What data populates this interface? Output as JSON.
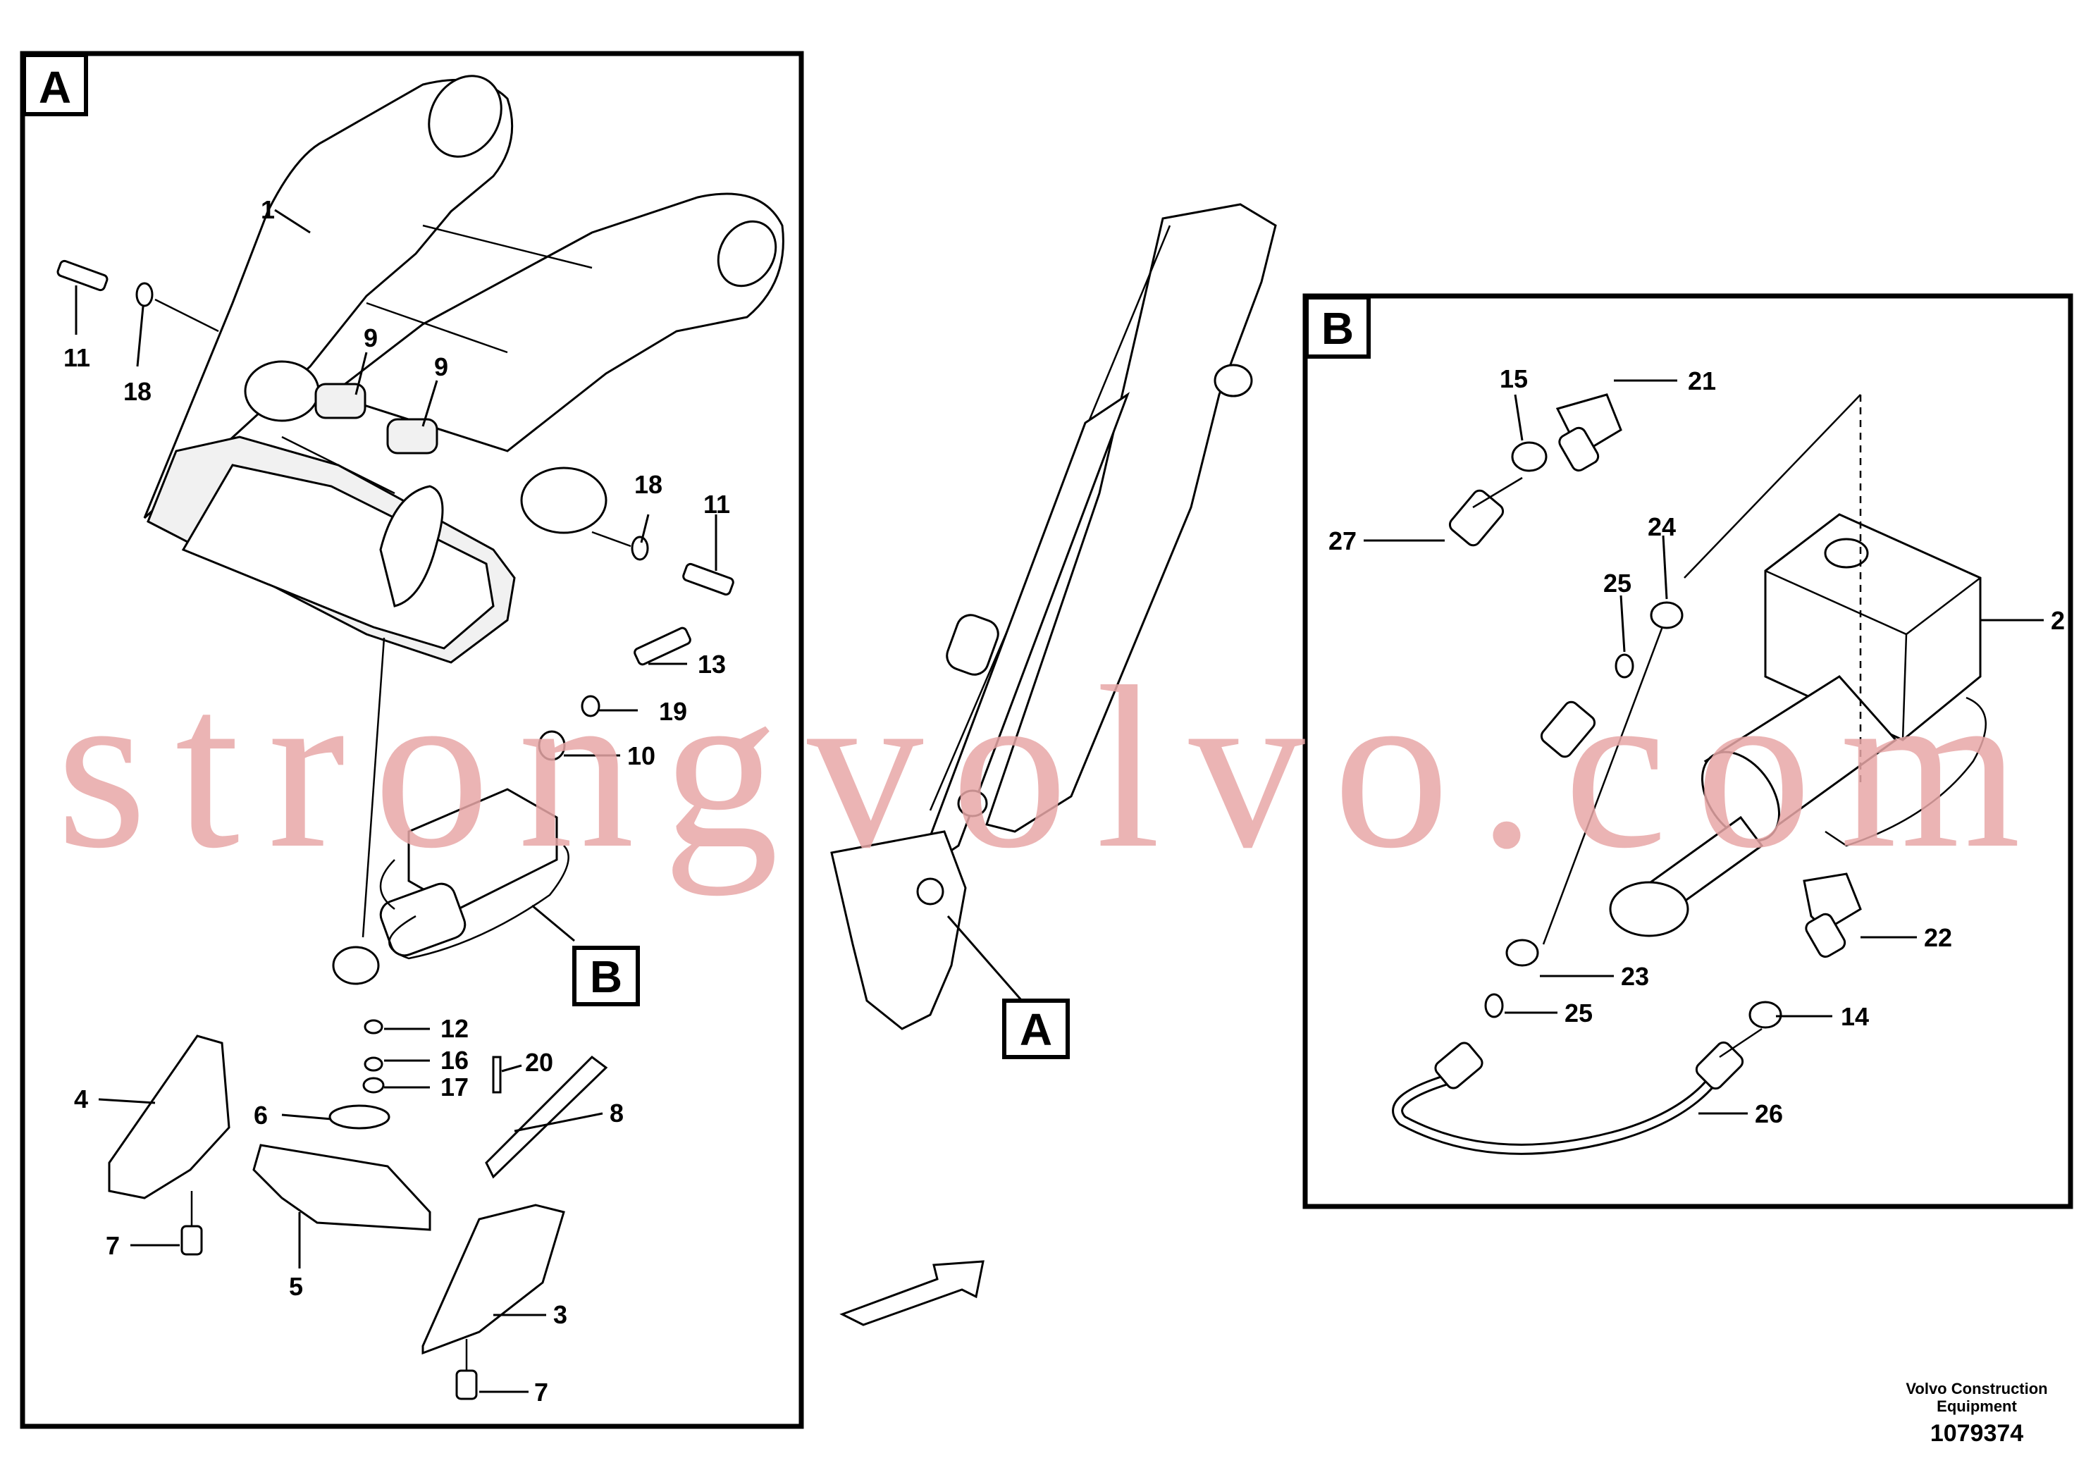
{
  "detail_boxes": {
    "a_letter": "A",
    "b_letter": "B"
  },
  "callouts": {
    "a_letter": "A",
    "b_letter": "B"
  },
  "parts_a": {
    "p1": "1",
    "p11a": "11",
    "p18a": "18",
    "p9a": "9",
    "p9b": "9",
    "p18b": "18",
    "p11b": "11",
    "p13": "13",
    "p19": "19",
    "p10": "10",
    "p12": "12",
    "p16": "16",
    "p17": "17",
    "p20": "20",
    "p6": "6",
    "p8": "8",
    "p4": "4",
    "p5": "5",
    "p7a": "7",
    "p3": "3",
    "p7b": "7"
  },
  "parts_b": {
    "p15": "15",
    "p21": "21",
    "p27": "27",
    "p24": "24",
    "p25a": "25",
    "p2": "2",
    "p22": "22",
    "p23": "23",
    "p25b": "25",
    "p14": "14",
    "p26": "26"
  },
  "watermark": "strongvolvo.com",
  "footer": {
    "company_line1": "Volvo Construction",
    "company_line2": "Equipment",
    "drawing_number": "1079374"
  },
  "colors": {
    "ink": "#000000",
    "watermark": "#e8a7a7",
    "background": "#ffffff"
  }
}
